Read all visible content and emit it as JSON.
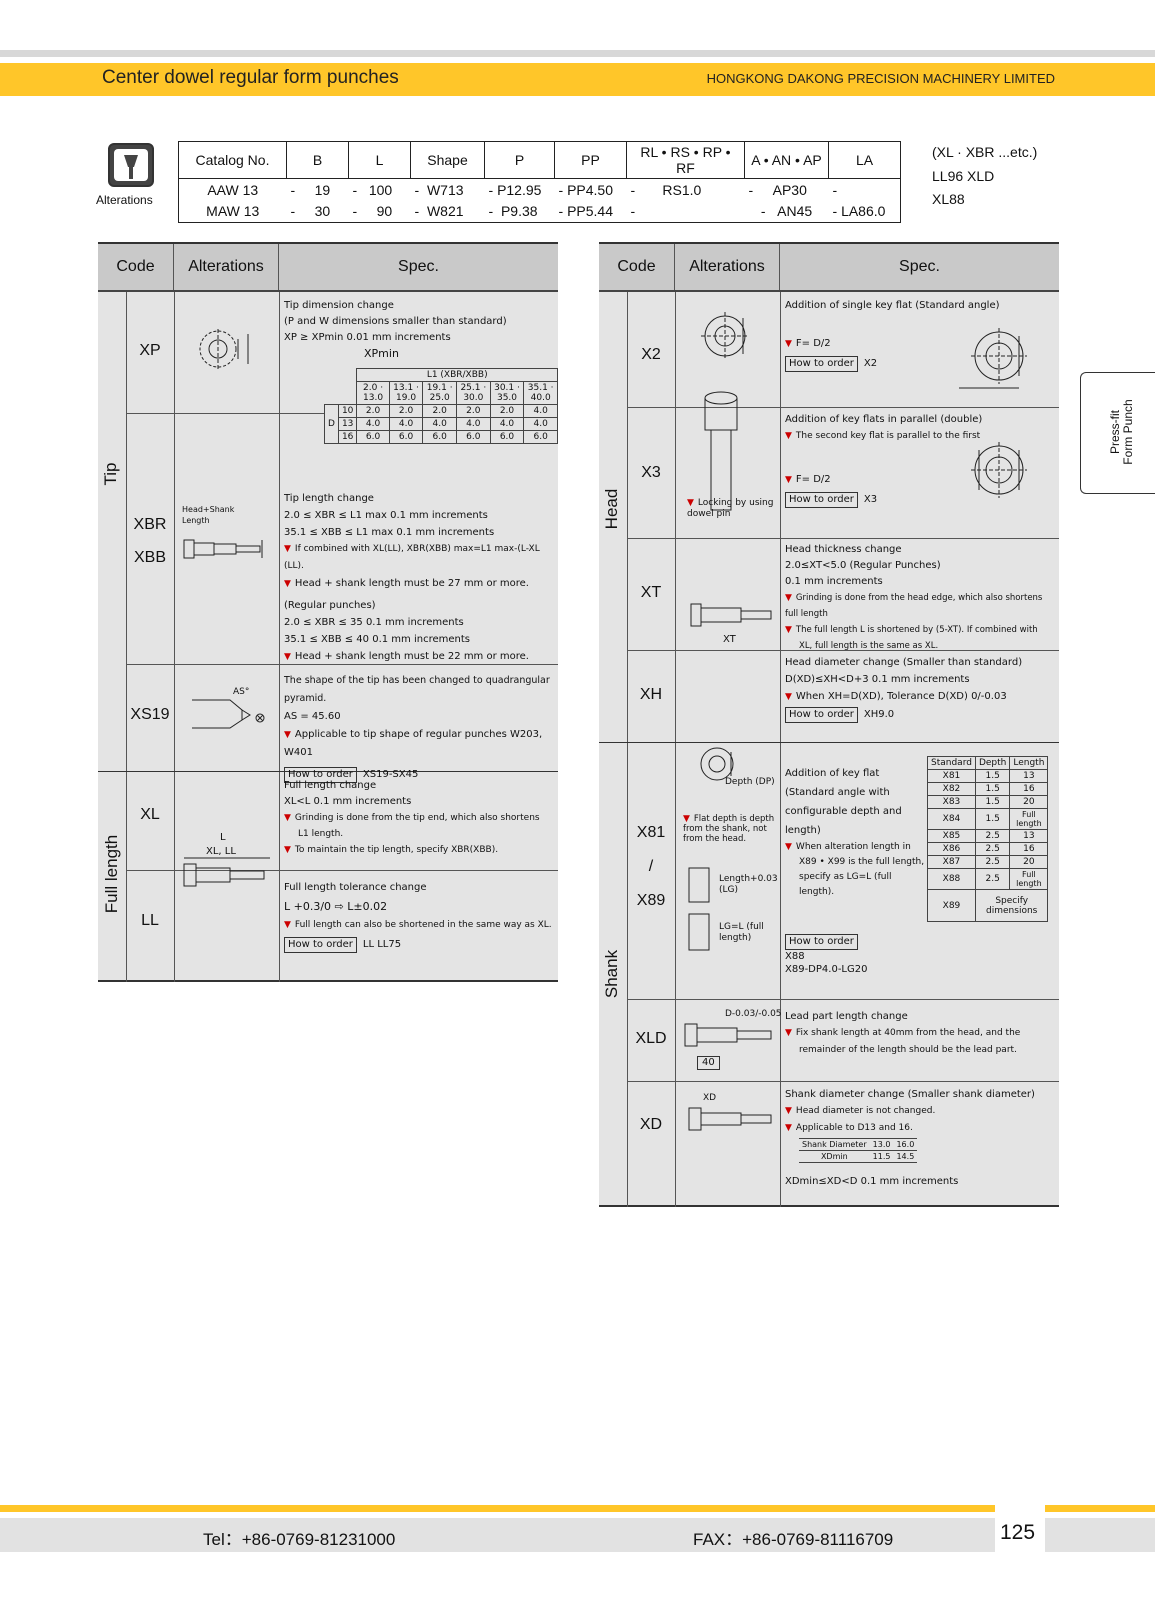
{
  "header": {
    "title": "Center dowel regular form punches",
    "company": "HONGKONG DAKONG PRECISION MACHINERY LIMITED"
  },
  "catalog": {
    "icon_label": "Alterations",
    "headers": [
      "Catalog No.",
      "B",
      "L",
      "Shape",
      "P",
      "PP",
      "RL • RS • RP • RF",
      "A • AN • AP",
      "LA"
    ],
    "rows": [
      [
        "AAW  13",
        "-",
        "19",
        "-",
        "100",
        "-",
        "W713",
        "-",
        "P12.95",
        "-",
        "PP4.50",
        "-",
        "RS1.0",
        "-",
        "AP30",
        "-",
        ""
      ],
      [
        "MAW 13",
        "-",
        "30",
        "-",
        "90",
        "-",
        "W821",
        "-",
        "P9.38",
        "-",
        "PP5.44",
        "-",
        "",
        "-",
        "AN45",
        "-",
        "LA86.0"
      ]
    ],
    "side": [
      "(XL · XBR ...etc.)",
      "LL96 XLD",
      "XL88"
    ]
  },
  "left_table": {
    "headers": {
      "code": "Code",
      "alterations": "Alterations",
      "spec": "Spec."
    },
    "groups": {
      "tip": "Tip",
      "full_length": "Full length"
    },
    "xp": {
      "code": "XP",
      "l1": "Tip dimension change",
      "l2": "(P and W dimensions smaller than standard)",
      "l3": "XP ≥ XPmin  0.01 mm increments",
      "xpmin": "XPmin",
      "l1head": "L1 (XBR/XBB)",
      "cols": [
        "2.0 · 13.0",
        "13.1 · 19.0",
        "19.1 · 25.0",
        "25.1 · 30.0",
        "30.1 · 35.0",
        "35.1 · 40.0"
      ],
      "rows": [
        [
          "10",
          "2.0",
          "2.0",
          "2.0",
          "2.0",
          "2.0",
          "4.0"
        ],
        [
          "13",
          "4.0",
          "4.0",
          "4.0",
          "4.0",
          "4.0",
          "4.0"
        ],
        [
          "16",
          "6.0",
          "6.0",
          "6.0",
          "6.0",
          "6.0",
          "6.0"
        ]
      ],
      "dlabel": "D"
    },
    "xbr": {
      "code1": "XBR",
      "code2": "XBB",
      "draw_label": "Head+Shank Length",
      "l1": "Tip length change",
      "l2": "2.0 ≤ XBR ≤ L1 max        0.1 mm increments",
      "l3": "35.1 ≤ XBB ≤ L1 max       0.1 mm increments",
      "w1": "If combined with XL(LL),  XBR(XBB) max=L1 max-(L-XL (LL).",
      "w2": "Head + shank length must be 27 mm or more.",
      "l4": "(Regular punches)",
      "l5": "2.0 ≤ XBR ≤ 35         0.1 mm increments",
      "l6": "35.1 ≤ XBB ≤ 40        0.1 mm increments",
      "w3": "Head + shank length must be 22 mm or more."
    },
    "xs19": {
      "code": "XS19",
      "l1": "The shape of the tip has been changed to quadrangular pyramid.",
      "l2": "AS = 45.60",
      "w1": "Applicable to tip shape of regular punches W203, W401",
      "order": "How to order",
      "example": "XS19-SX45",
      "draw_label": "AS°"
    },
    "xl": {
      "code": "XL",
      "l1": "Full length change",
      "l2": "XL<L    0.1 mm increments",
      "w1": "Grinding is done from the tip end, which also shortens",
      "w1b": "L1 length.",
      "w2": "To maintain the tip length, specify XBR(XBB).",
      "draw_l": "L",
      "draw_xl": "XL, LL"
    },
    "ll": {
      "code": "LL",
      "l1": "Full length tolerance change",
      "l2": "L +0.3/0  ⇨  L±0.02",
      "w1": "Full length can also be shortened in the same way as XL.",
      "order": "How to order",
      "example": "LL LL75"
    }
  },
  "right_table": {
    "headers": {
      "code": "Code",
      "alterations": "Alterations",
      "spec": "Spec."
    },
    "groups": {
      "head": "Head",
      "shank": "Shank"
    },
    "x2": {
      "code": "X2",
      "l1": "Addition of single key flat (Standard angle)",
      "formula": "F= D/2",
      "order": "How to order",
      "example": "X2"
    },
    "x3": {
      "code": "X3",
      "l1": "Addition of  key flats in parallel (double)",
      "w1": "The second key flat is parallel to the first",
      "formula": "F= D/2",
      "order": "How to order",
      "example": "X3",
      "lock": "Locking by using dowel pin"
    },
    "xt": {
      "code": "XT",
      "l1": "Head thickness change",
      "l2": "2.0≤XT<5.0     (Regular Punches)",
      "l3": "0.1 mm increments",
      "w1": "Grinding is done from the head edge, which also shortens full length",
      "w2": "The full length L is shortened by (5-XT). If combined with",
      "w2b": "XL, full length is the same as XL.",
      "draw": "XT"
    },
    "xh": {
      "code": "XH",
      "l1": "Head diameter change (Smaller than standard)",
      "l2": "D(XD)≤XH<D+3     0.1 mm increments",
      "w1": "When XH=D(XD), Tolerance D(XD) 0/-0.03",
      "order": "How to order",
      "example": "XH9.0"
    },
    "x81": {
      "code1": "X81",
      "code2": "/",
      "code3": "X89",
      "l1": "Addition of key flat",
      "l2": "(Standard angle with",
      "l3": "configurable depth and length)",
      "w1": "When alteration length in",
      "w1b": "X89 • X99 is the full length,",
      "w1c": "specify as LG=L (full length).",
      "order": "How to order",
      "ex1": "X88",
      "ex2": "X89-DP4.0-LG20",
      "draw_depth": "Depth (DP)",
      "draw_flat": "Flat depth is depth from the shank, not from the head.",
      "draw_length": "Length+0.03 (LG)",
      "draw_lg": "LG=L (full length)",
      "thead": [
        "Standard",
        "Depth",
        "Length"
      ],
      "trows": [
        [
          "X81",
          "1.5",
          "13"
        ],
        [
          "X82",
          "1.5",
          "16"
        ],
        [
          "X83",
          "1.5",
          "20"
        ],
        [
          "X84",
          "1.5",
          "Full length"
        ],
        [
          "X85",
          "2.5",
          "13"
        ],
        [
          "X86",
          "2.5",
          "16"
        ],
        [
          "X87",
          "2.5",
          "20"
        ],
        [
          "X88",
          "2.5",
          "Full length"
        ],
        [
          "X89",
          "Specify dimensions",
          ""
        ]
      ]
    },
    "xld": {
      "code": "XLD",
      "l1": "Lead part length change",
      "w1": "Fix shank length at 40mm from the head, and the",
      "w1b": "remainder of the length should be the lead part.",
      "draw_d": "D-0.03/-0.05",
      "draw_40": "40"
    },
    "xd": {
      "code": "XD",
      "l1": "Shank diameter change (Smaller shank diameter)",
      "w1": "Head diameter is not changed.",
      "w2": "Applicable to D13 and 16.",
      "t_r1": [
        "Shank Diameter",
        "13.0",
        "16.0"
      ],
      "t_r2": [
        "XDmin",
        "11.5",
        "14.5"
      ],
      "l2": "XDmin≤XD<D          0.1 mm increments",
      "draw": "XD"
    }
  },
  "side_tab": {
    "l1": "Press-fit",
    "l2": "Form Punch"
  },
  "footer": {
    "tel": "Tel：+86-0769-81231000",
    "fax": "FAX：+86-0769-81116709",
    "page": "125"
  }
}
